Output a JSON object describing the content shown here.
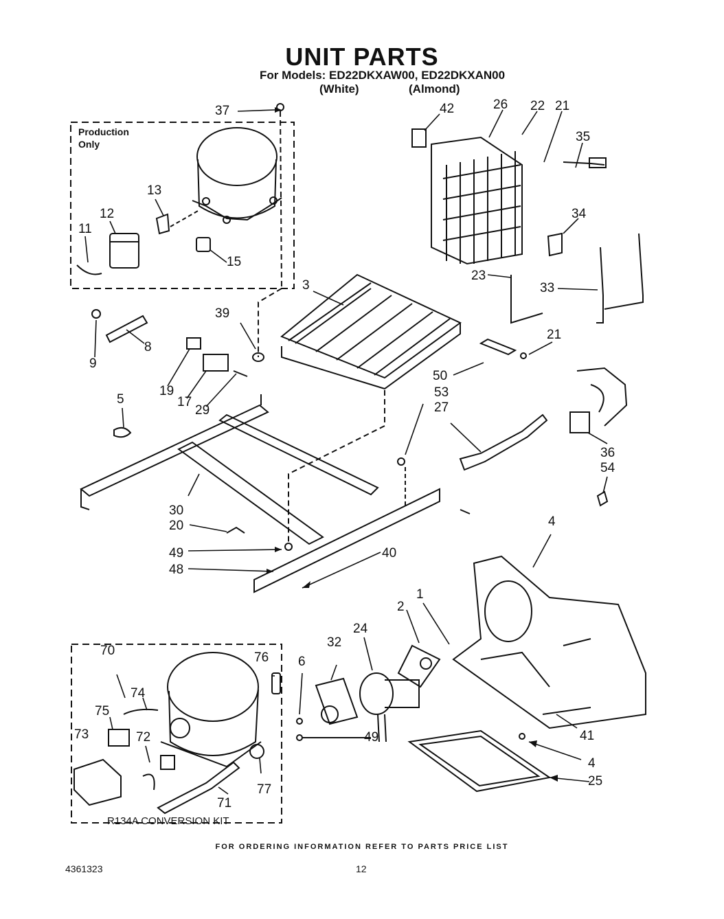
{
  "header": {
    "title": "UNIT PARTS",
    "models_line": "For Models: ED22DKXAW00, ED22DKXAN00",
    "variant_white": "(White)",
    "variant_almond": "(Almond)"
  },
  "production_box": {
    "label_line1": "Production",
    "label_line2": "Only"
  },
  "kit_box": {
    "label": "R134A CONVERSION KIT"
  },
  "callouts": {
    "c37": "37",
    "c42": "42",
    "c26": "26",
    "c22": "22",
    "c21a": "21",
    "c35": "35",
    "c13": "13",
    "c12": "12",
    "c11": "11",
    "c15": "15",
    "c34": "34",
    "c3": "3",
    "c23": "23",
    "c33": "33",
    "c39": "39",
    "c9": "9",
    "c8": "8",
    "c19": "19",
    "c17": "17",
    "c29": "29",
    "c21b": "21",
    "c50": "50",
    "c53": "53",
    "c27": "27",
    "c5": "5",
    "c36": "36",
    "c54": "54",
    "c30": "30",
    "c20": "20",
    "c49a": "49",
    "c48": "48",
    "c40": "40",
    "c4a": "4",
    "c1": "1",
    "c2": "2",
    "c24": "24",
    "c32": "32",
    "c6": "6",
    "c49b": "49",
    "c41": "41",
    "c4b": "4",
    "c25": "25",
    "c70": "70",
    "c76": "76",
    "c74": "74",
    "c75": "75",
    "c72": "72",
    "c73": "73",
    "c77": "77",
    "c71": "71"
  },
  "footer": {
    "note": "FOR ORDERING INFORMATION REFER TO PARTS PRICE LIST",
    "doc_number": "4361323",
    "page_number": "12"
  }
}
